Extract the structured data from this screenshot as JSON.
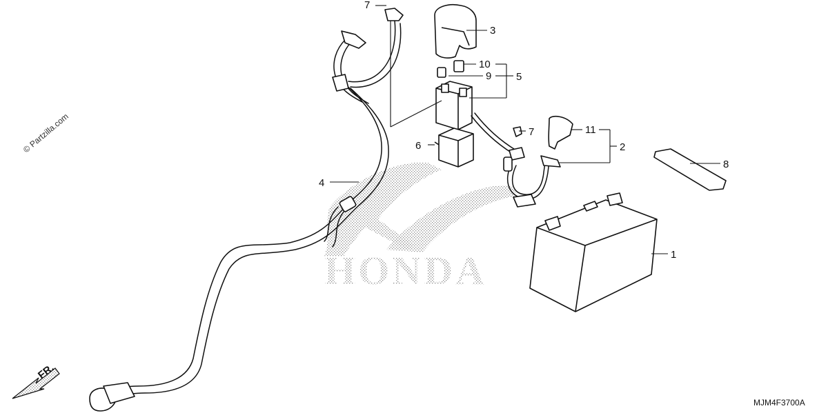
{
  "watermark": "© Partzilla.com",
  "brand_text": "HONDA",
  "direction_label": "FR.",
  "diagram_code": "MJM4F3700A",
  "callouts": [
    {
      "number": "1",
      "part": "battery"
    },
    {
      "number": "2",
      "part": "battery-cable-set"
    },
    {
      "number": "3",
      "part": "starter-relay-cover"
    },
    {
      "number": "4",
      "part": "starter-cable"
    },
    {
      "number": "5",
      "part": "starter-relay-set"
    },
    {
      "number": "6",
      "part": "relay-holder"
    },
    {
      "number": "7",
      "part": "bolt-top"
    },
    {
      "number": "7",
      "part": "bolt-right"
    },
    {
      "number": "8",
      "part": "battery-band"
    },
    {
      "number": "9",
      "part": "fuse-small"
    },
    {
      "number": "10",
      "part": "fuse"
    },
    {
      "number": "11",
      "part": "terminal-cover"
    }
  ]
}
